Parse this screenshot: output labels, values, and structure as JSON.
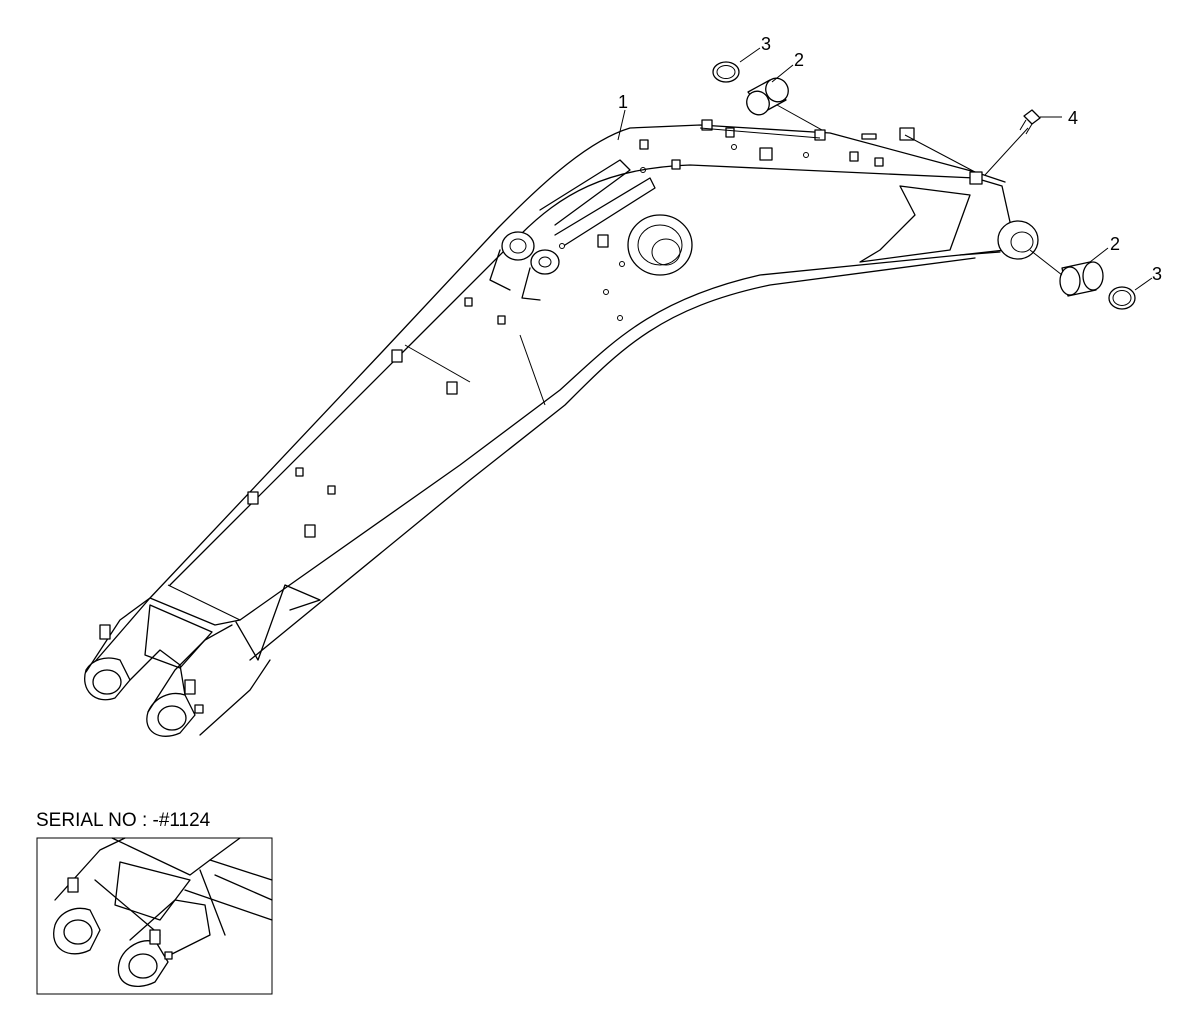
{
  "callouts": {
    "part1": "1",
    "part2_top": "2",
    "part3_top": "3",
    "part4": "4",
    "part2_right": "2",
    "part3_right": "3"
  },
  "inset": {
    "serial_label": "SERIAL NO : -#1124"
  }
}
